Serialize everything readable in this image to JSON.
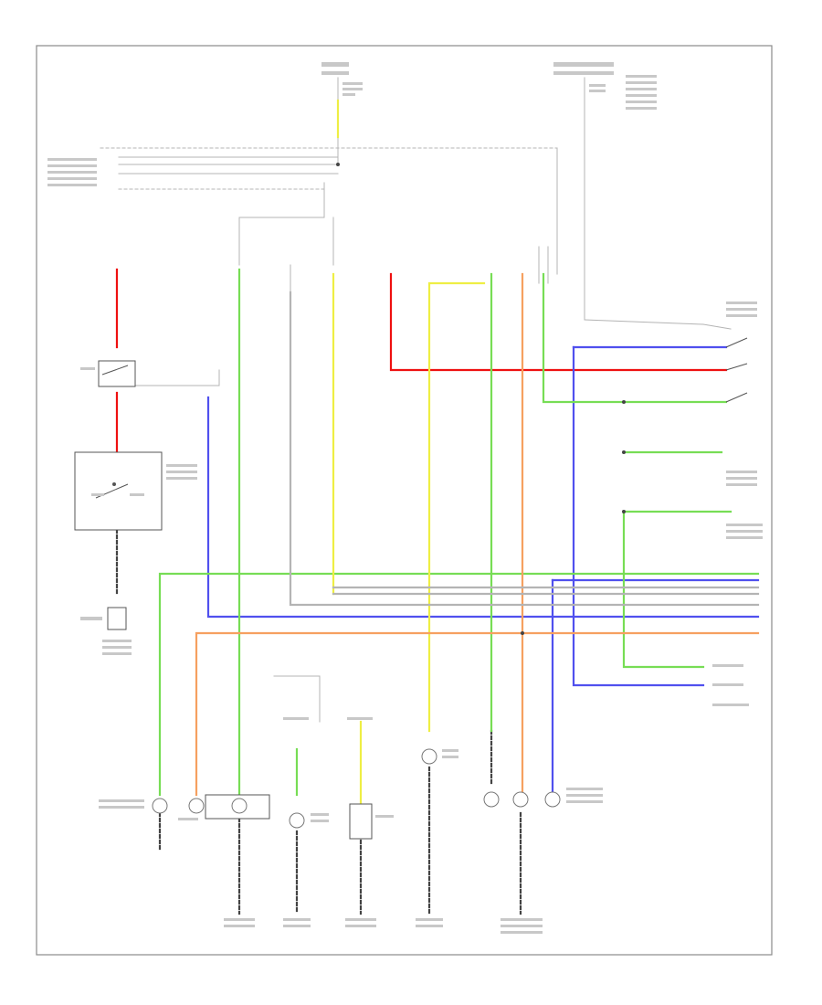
{
  "diagram": {
    "page_label": "",
    "colors": {
      "red": "#ee1111",
      "blue": "#5050ee",
      "green": "#77dd55",
      "yellow": "#eeee44",
      "orange": "#f6a060",
      "gray": "#b4b4b4",
      "black": "#444444"
    },
    "components": [
      "fuse-box-top",
      "fuse-box-top-right",
      "brake-light-switch",
      "parking-brake-switch-block",
      "ground-connector",
      "switch-right-upper",
      "switch-right-middle",
      "bulb-left-1",
      "bulb-left-2",
      "bulb-left-3",
      "bulb-center-1",
      "module-center",
      "bulb-center-2",
      "bulb-right-1",
      "bulb-right-2",
      "bulb-right-3",
      "ground-1",
      "ground-2",
      "ground-3",
      "ground-4",
      "ground-5"
    ]
  }
}
